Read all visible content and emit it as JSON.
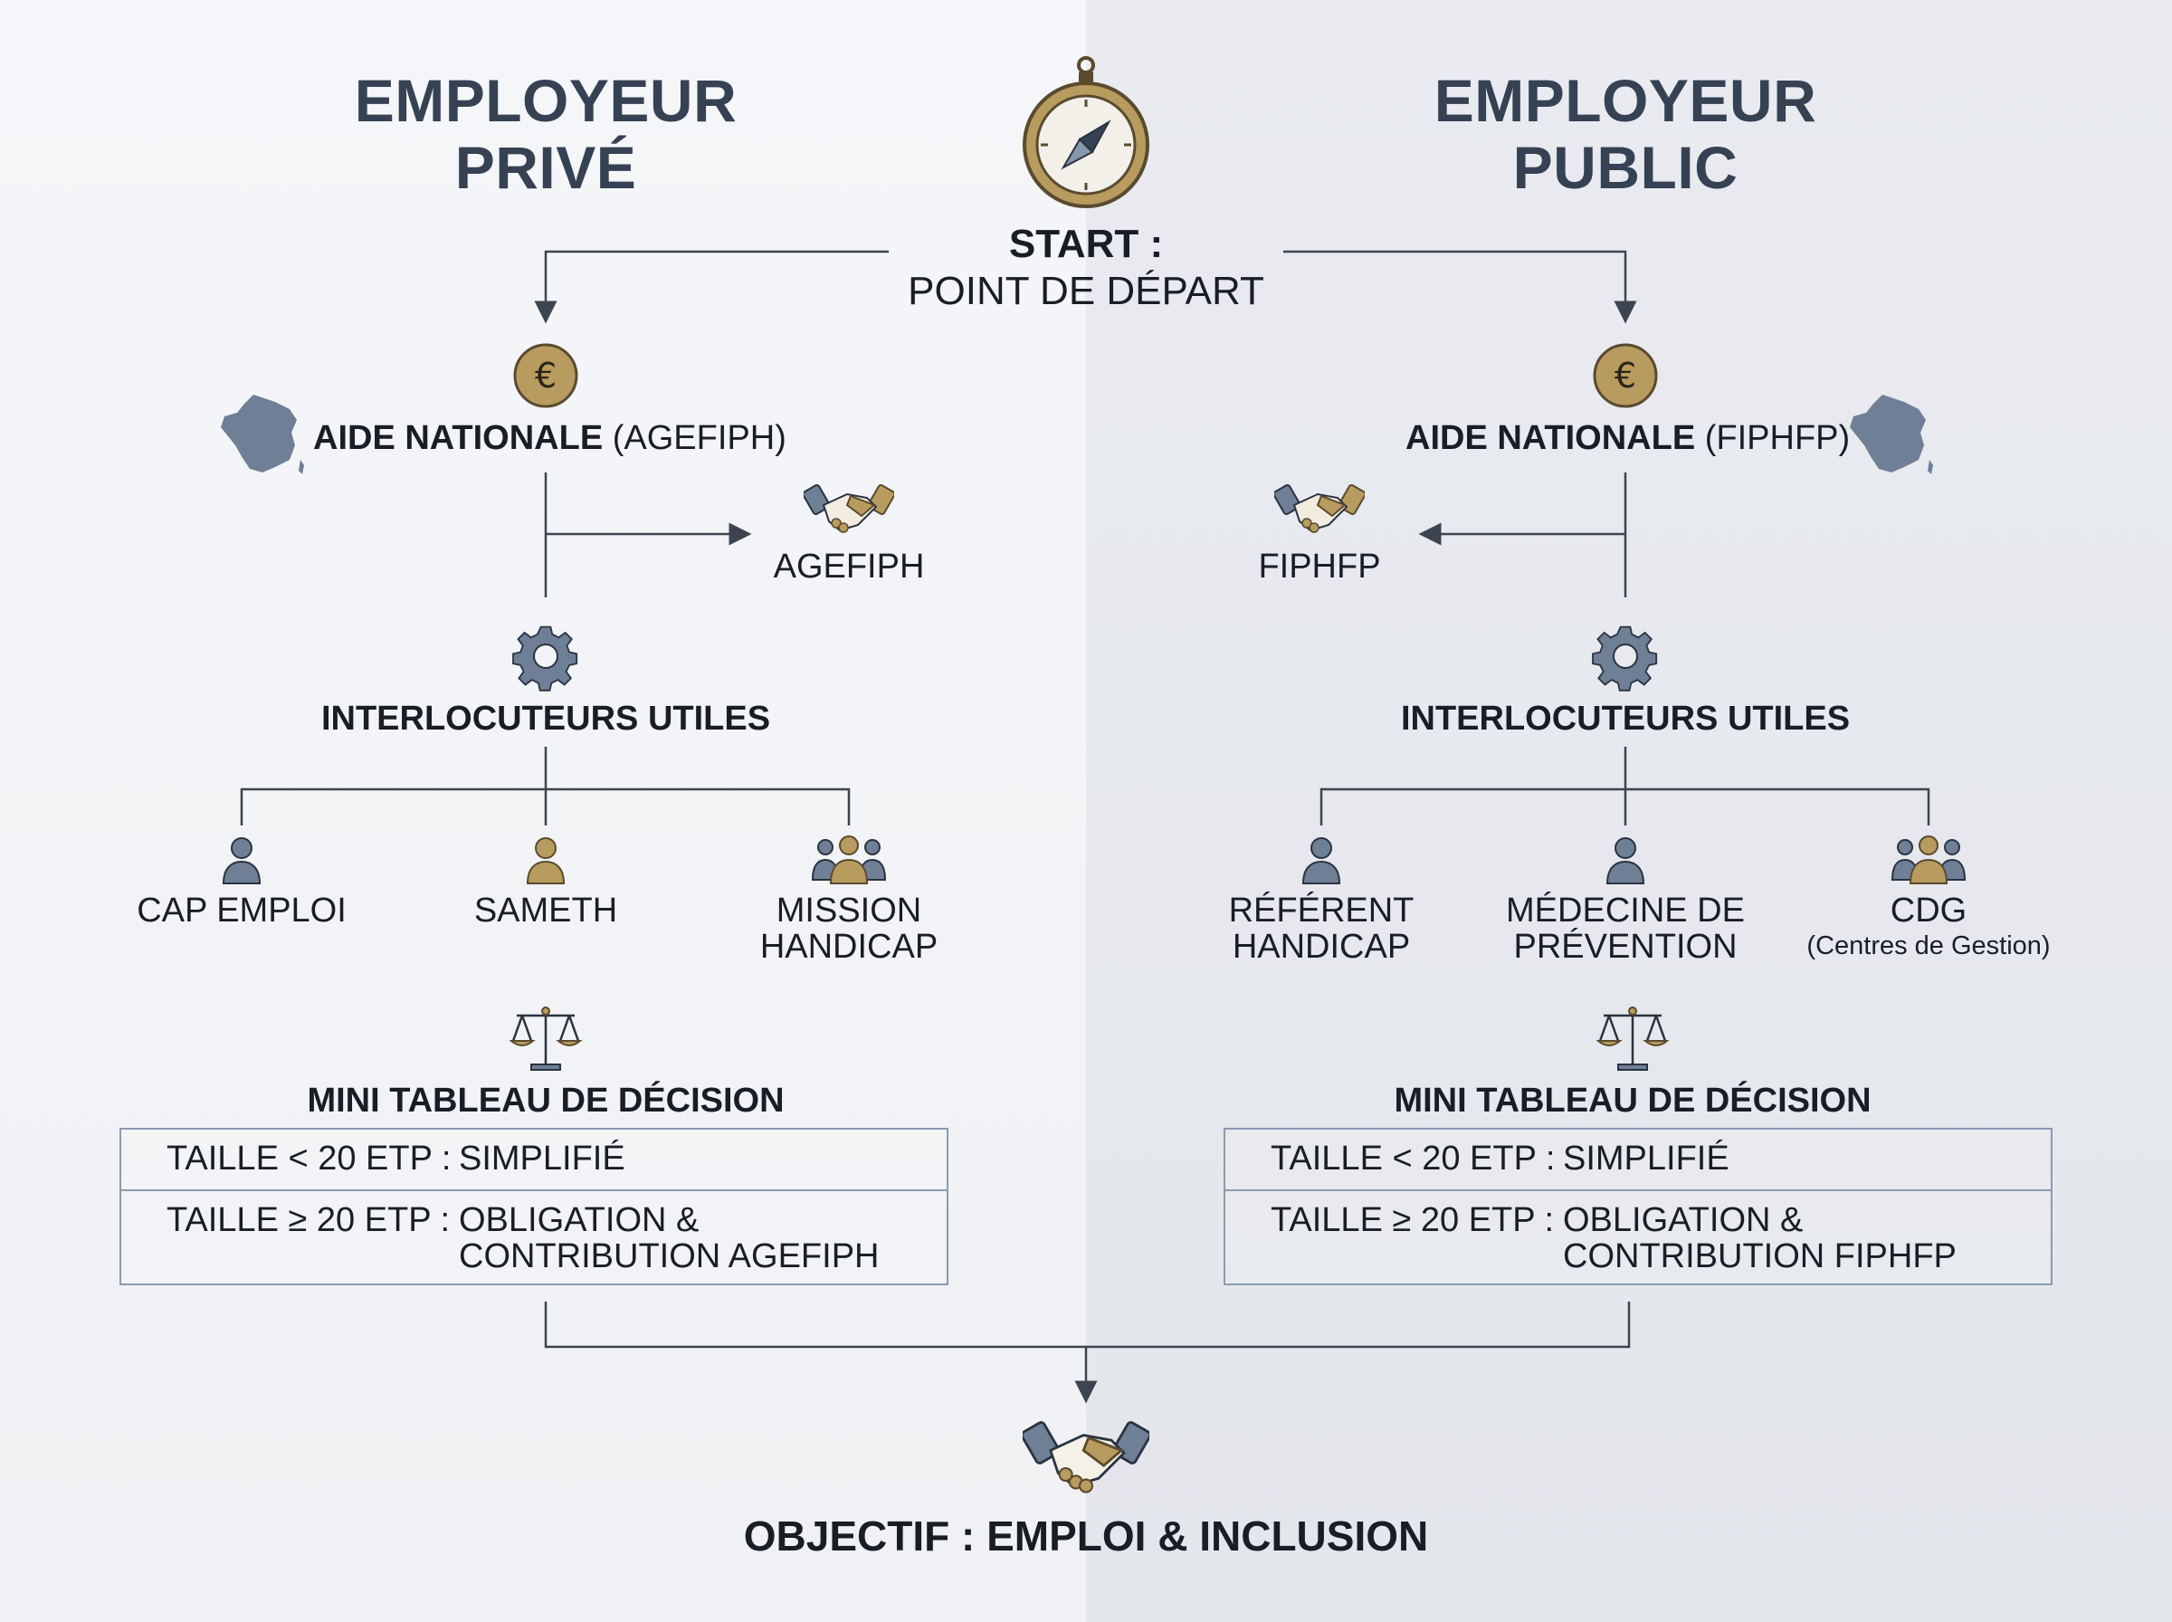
{
  "start": {
    "title": "START :",
    "subtitle": "POINT DE DÉPART"
  },
  "private": {
    "title": "EMPLOYEUR\nPRIVÉ",
    "aide_bold": "AIDE NATIONALE",
    "aide_org": "(AGEFIPH)",
    "org_label": "AGEFIPH",
    "interlocuteurs_heading": "INTERLOCUTEURS UTILES",
    "interlocuteurs": [
      {
        "label": "CAP EMPLOI",
        "icon": "person-icon"
      },
      {
        "label": "SAMETH",
        "icon": "person-icon"
      },
      {
        "label": "MISSION HANDICAP",
        "icon": "group-icon"
      }
    ],
    "decision_heading": "MINI TABLEAU DE DÉCISION",
    "decision_rows": [
      {
        "key": "TAILLE < 20 ETP :",
        "value": "SIMPLIFIÉ"
      },
      {
        "key": "TAILLE ≥ 20 ETP :",
        "value": "OBLIGATION &\nCONTRIBUTION AGEFIPH"
      }
    ]
  },
  "public": {
    "title": "EMPLOYEUR\nPUBLIC",
    "aide_bold": "AIDE NATIONALE",
    "aide_org": "(FIPHFP)",
    "org_label": "FIPHFP",
    "interlocuteurs_heading": "INTERLOCUTEURS UTILES",
    "interlocuteurs": [
      {
        "label": "RÉFÉRENT HANDICAP",
        "icon": "person-icon"
      },
      {
        "label": "MÉDECINE DE PRÉVENTION",
        "icon": "person-icon"
      },
      {
        "label": "CDG",
        "sub": "(Centres de Gestion)",
        "icon": "group-icon"
      }
    ],
    "decision_heading": "MINI TABLEAU DE DÉCISION",
    "decision_rows": [
      {
        "key": "TAILLE < 20 ETP :",
        "value": "SIMPLIFIÉ"
      },
      {
        "key": "TAILLE ≥ 20 ETP :",
        "value": "OBLIGATION &\nCONTRIBUTION FIPHFP"
      }
    ]
  },
  "objective": "OBJECTIF : EMPLOI & INCLUSION",
  "colors": {
    "slate": "#364253",
    "icon_blue": "#6e7f96",
    "gold": "#b89b5e",
    "line": "#3c4450",
    "table_border": "#8a9bb2"
  },
  "icons": [
    "compass-icon",
    "euro-coin-icon",
    "france-map-icon",
    "handshake-icon",
    "gear-icon",
    "person-icon",
    "group-icon",
    "scales-icon"
  ]
}
